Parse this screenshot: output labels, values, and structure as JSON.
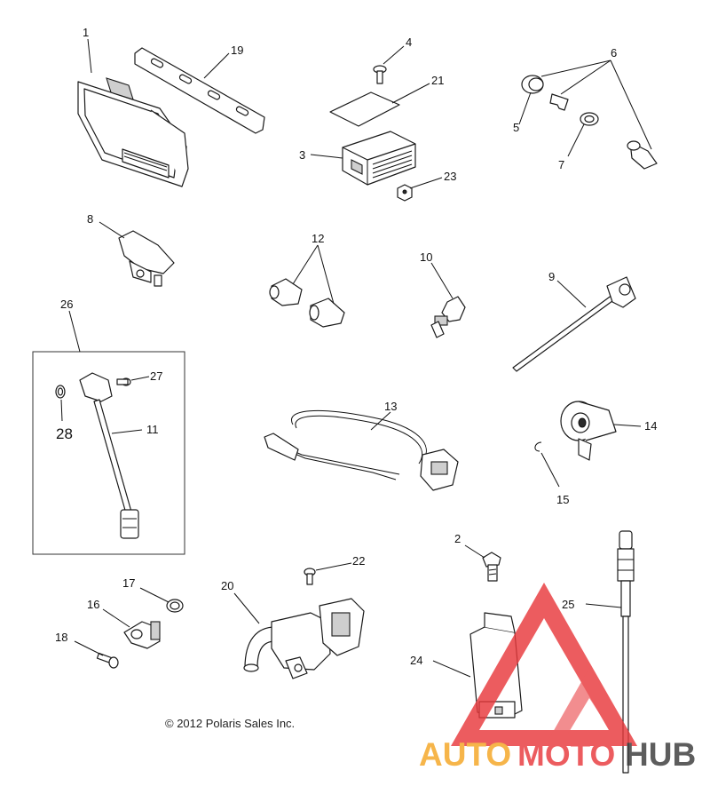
{
  "callouts": {
    "c1": "1",
    "c2": "2",
    "c3": "3",
    "c4": "4",
    "c5": "5",
    "c6": "6",
    "c7": "7",
    "c8": "8",
    "c9": "9",
    "c10": "10",
    "c11": "11",
    "c12": "12",
    "c13": "13",
    "c14": "14",
    "c15": "15",
    "c16": "16",
    "c17": "17",
    "c18": "18",
    "c19": "19",
    "c20": "20",
    "c21": "21",
    "c22": "22",
    "c23": "23",
    "c24": "24",
    "c25": "25",
    "c26": "26",
    "c27": "27",
    "c28": "28"
  },
  "copyright": "© 2012 Polaris Sales Inc.",
  "watermark": {
    "text_auto": "AUTO",
    "text_moto": "MOTO",
    "text_hub": "HUB",
    "color_orange": "#f5a623",
    "color_red": "#e8393c",
    "color_dark": "#3a3a3a"
  }
}
